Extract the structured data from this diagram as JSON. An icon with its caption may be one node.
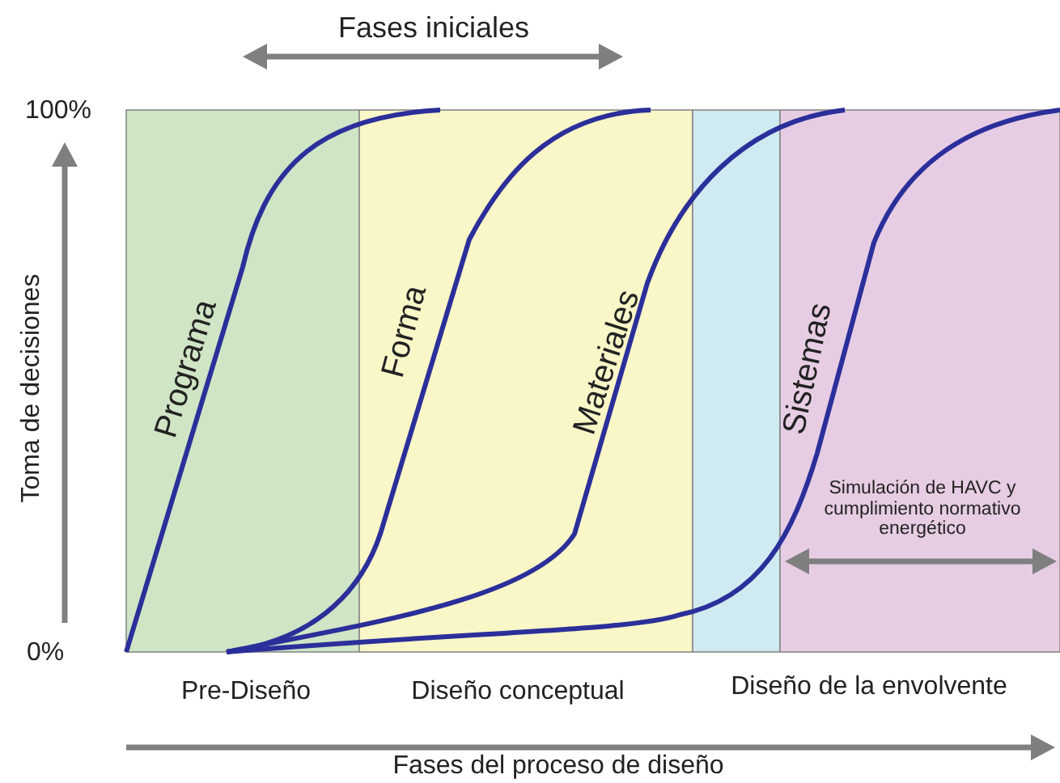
{
  "diagram": {
    "labels": [
      "Fases iniciales",
      "100%",
      "Toma de decisiones",
      "Programa",
      "Forma",
      "Materiales",
      "Sistemas",
      "Simulación de HAVC y cumplimiento normativo energético",
      "0%",
      "Pre-Diseño",
      "Diseño conceptual",
      "Diseño de la envolvente",
      "Fases del proceso de diseño"
    ]
  }
}
